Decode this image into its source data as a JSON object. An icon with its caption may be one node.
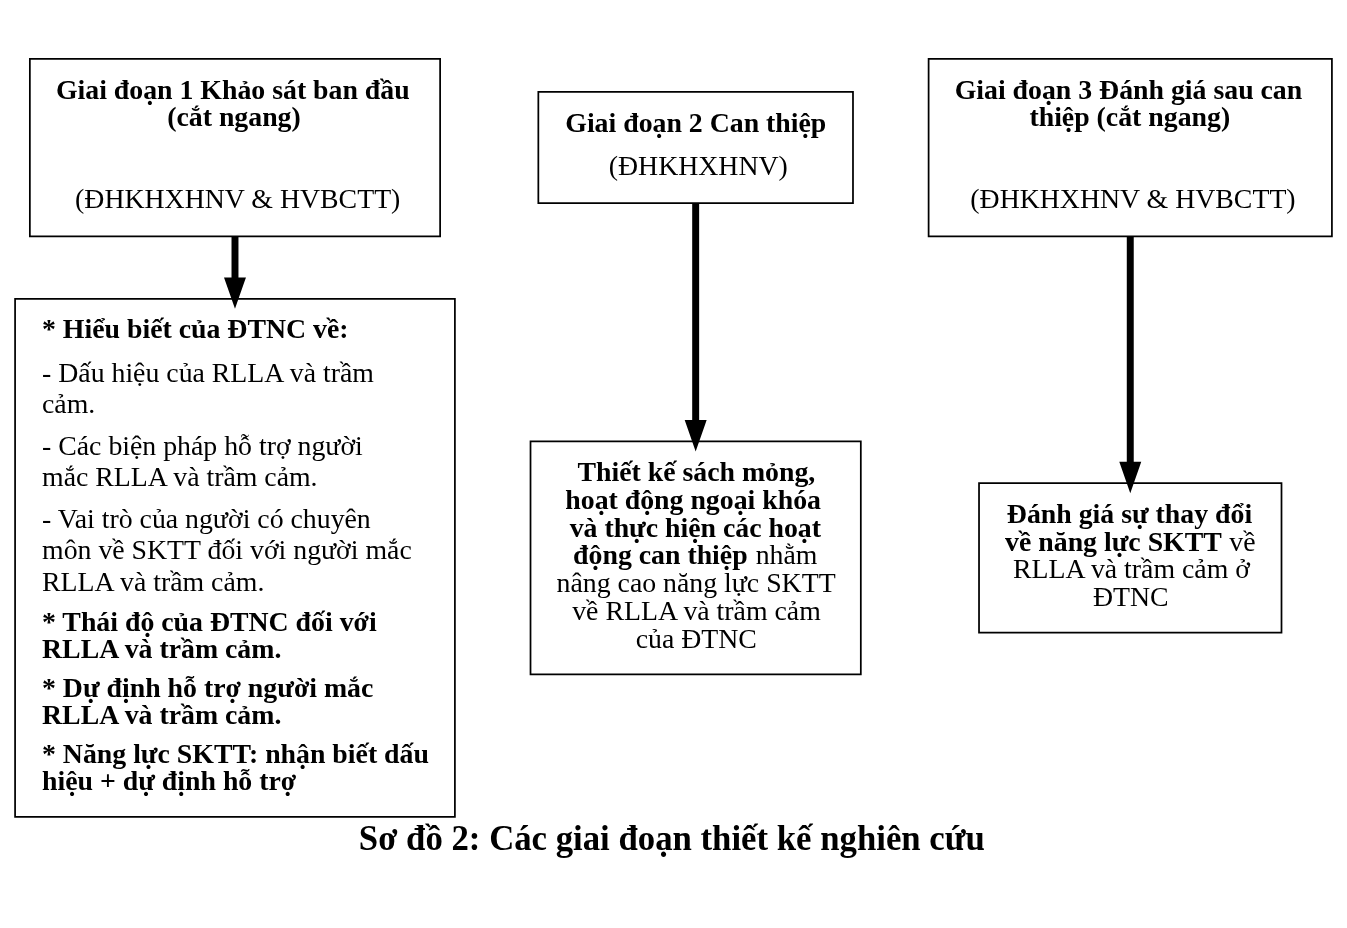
{
  "diagram": {
    "caption": "Sơ đồ 2: Các giai đoạn thiết kế nghiên cứu",
    "nodes": [
      {
        "text": [
          "Giai đoạn 1 Khảo sát ban đầu (cắt ngang)",
          "(ĐHKHXHNV & HVBCTT)"
        ]
      },
      {
        "text": [
          "Giai đoạn 2 Can thiệp",
          "(ĐHKHXHNV)"
        ]
      },
      {
        "text": [
          "Giai đoạn 3 Đánh giá sau can thiệp (cắt ngang)",
          "(ĐHKHXHNV & HVBCTT)"
        ]
      },
      {
        "text": [
          "* Hiểu biết của ĐTNC về:",
          "- Dấu hiệu của RLLA và trầm cảm.",
          "- Các biện pháp hỗ trợ người mắc RLLA và trầm cảm.",
          "- Vai trò của người có chuyên môn về SKTT đối với người mắc RLLA và trầm cảm.",
          "* Thái độ của ĐTNC đối với RLLA và trầm cảm.",
          "* Dự định hỗ trợ người mắc RLLA và trầm cảm.",
          "* Năng lực SKTT: nhận biết dấu hiệu + dự định hỗ trợ"
        ]
      },
      {
        "text": [
          "**Thiết kế sách mỏng, hoạt động ngoại khóa và thực hiện các hoạt động can thiệp** nhằm nâng cao năng lực SKTT về RLLA và trầm cảm của ĐTNC"
        ]
      },
      {
        "text": [
          "**Đánh giá sự thay đổi về năng lực SKTT** về RLLA và trầm cảm ở ĐTNC"
        ]
      }
    ],
    "edges": [
      {
        "from": 0,
        "to": 3,
        "arrow": "to"
      },
      {
        "from": 1,
        "to": 4,
        "arrow": "to"
      },
      {
        "from": 2,
        "to": 5,
        "arrow": "to"
      }
    ]
  }
}
